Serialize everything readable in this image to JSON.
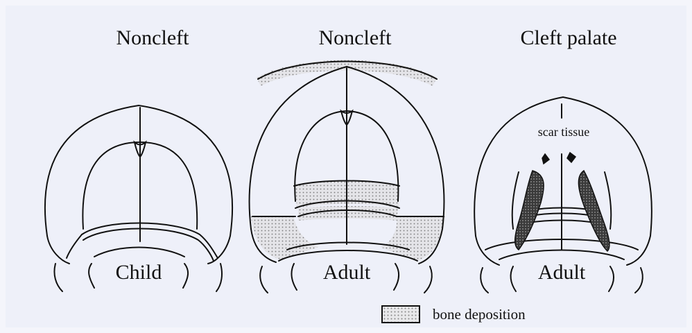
{
  "panels": [
    {
      "title": "Noncleft",
      "label": "Child"
    },
    {
      "title": "Noncleft",
      "label": "Adult"
    },
    {
      "title": "Cleft palate",
      "label": "Adult"
    }
  ],
  "annotations": {
    "scar": "scar tissue"
  },
  "legend": {
    "label": "bone deposition",
    "swatch": "dotted-gray-pattern"
  },
  "colors": {
    "background": "#eef0f9",
    "line": "#111111",
    "bone": "#d8d8dc"
  }
}
